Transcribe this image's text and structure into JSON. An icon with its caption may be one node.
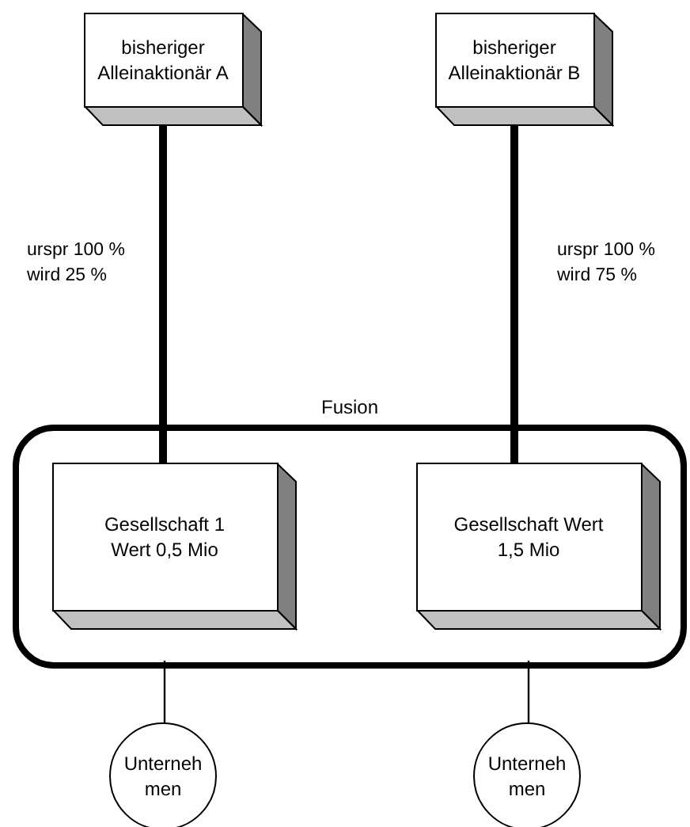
{
  "diagram": {
    "nodes": [
      {
        "text": [
          "bisheriger Alleinaktionär A"
        ]
      },
      {
        "text": [
          "bisheriger Alleinaktionär B"
        ]
      },
      {
        "text": [
          "Fusion"
        ]
      },
      {
        "text": [
          "Gesellschaft 1 Wert 0,5 Mio"
        ],
        "in": 2
      },
      {
        "text": [
          "Gesellschaft Wert 1,5 Mio"
        ],
        "in": 2
      },
      {
        "text": [
          "Unterneh men"
        ]
      },
      {
        "text": [
          "Unterneh men"
        ]
      }
    ],
    "edges": [
      {
        "from": 0,
        "to": 3,
        "arrow": "none",
        "label": "urspr 100 % wird 25 %",
        "style": "thick"
      },
      {
        "from": 1,
        "to": 4,
        "arrow": "none",
        "label": "urspr 100 % wird 75 %",
        "style": "thick"
      },
      {
        "from": 3,
        "to": 5,
        "arrow": "none"
      },
      {
        "from": 4,
        "to": 6,
        "arrow": "none"
      }
    ]
  }
}
